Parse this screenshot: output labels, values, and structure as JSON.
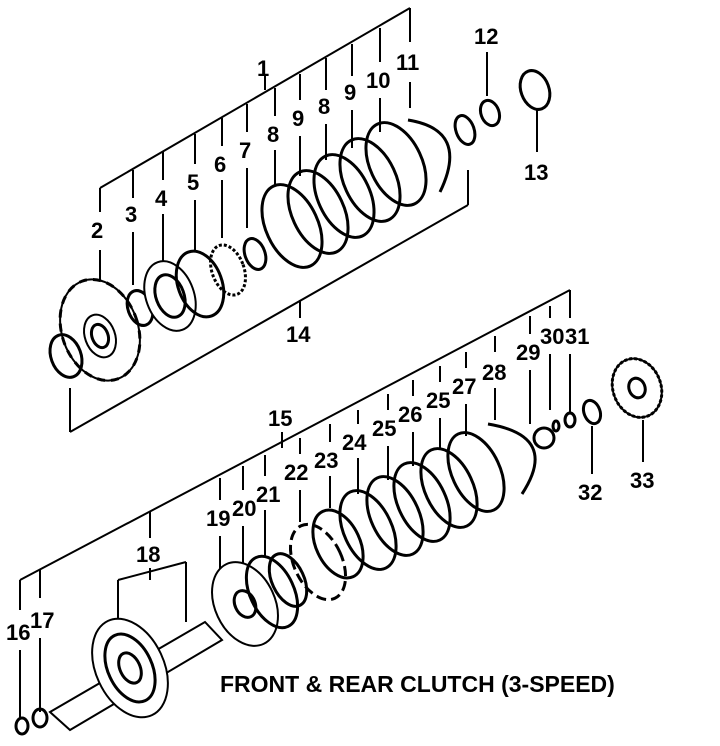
{
  "title": "FRONT & REAR CLUTCH (3-SPEED)",
  "callouts": [
    "1",
    "2",
    "3",
    "4",
    "5",
    "6",
    "7",
    "8",
    "9",
    "8",
    "9",
    "10",
    "11",
    "12",
    "13",
    "14",
    "15",
    "16",
    "17",
    "18",
    "19",
    "20",
    "21",
    "22",
    "23",
    "24",
    "25",
    "26",
    "25",
    "27",
    "28",
    "29",
    "30",
    "31",
    "32",
    "33"
  ]
}
